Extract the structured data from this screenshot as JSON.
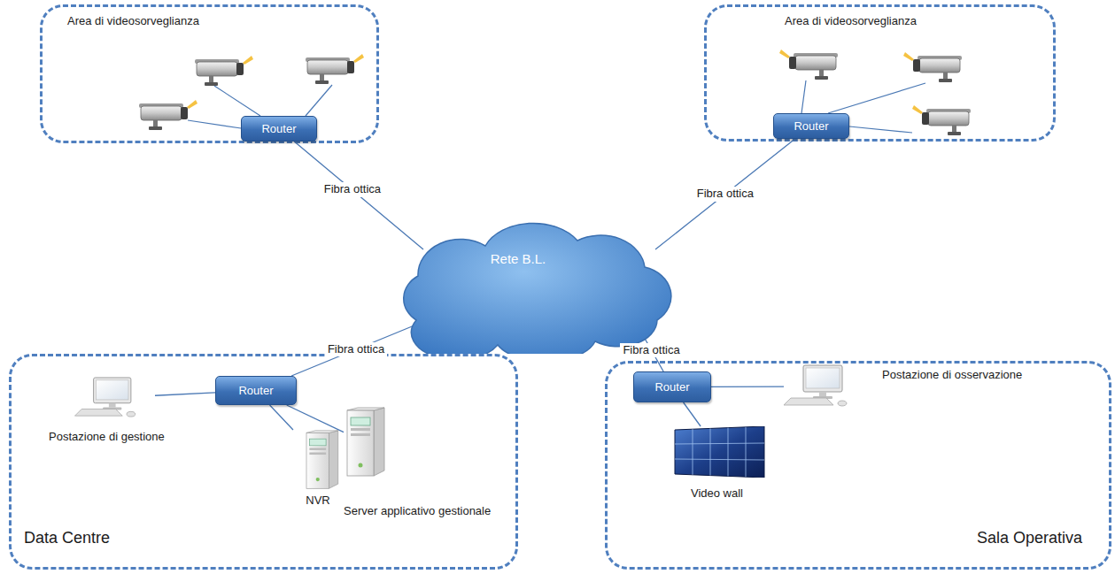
{
  "diagram": {
    "nodes": [
      {
        "text": [
          "Area di videosorveglianza"
        ]
      },
      {
        "text": [
          "Router"
        ],
        "in": 0
      },
      {
        "text": [
          "Area di videosorveglianza"
        ]
      },
      {
        "text": [
          "Router"
        ],
        "in": 2
      },
      {
        "text": [
          "Rete B.L."
        ]
      },
      {
        "text": [
          "Data Centre"
        ]
      },
      {
        "text": [
          "Router"
        ],
        "in": 5
      },
      {
        "text": [
          "Postazione di gestione"
        ],
        "in": 5
      },
      {
        "text": [
          "NVR"
        ],
        "in": 5
      },
      {
        "text": [
          "Server applicativo gestionale"
        ],
        "in": 5
      },
      {
        "text": [
          "Sala Operativa"
        ]
      },
      {
        "text": [
          "Router"
        ],
        "in": 10
      },
      {
        "text": [
          "Postazione di osservazione"
        ],
        "in": 10
      },
      {
        "text": [
          "Video wall"
        ],
        "in": 10
      }
    ],
    "edges": [
      {
        "from": 1,
        "to": 4,
        "label": "Fibra ottica",
        "arrow": "none"
      },
      {
        "from": 3,
        "to": 4,
        "label": "Fibra ottica",
        "arrow": "none"
      },
      {
        "from": 6,
        "to": 4,
        "label": "Fibra ottica",
        "arrow": "none"
      },
      {
        "from": 11,
        "to": 4,
        "label": "Fibra ottica",
        "arrow": "none"
      },
      {
        "from": 6,
        "to": 7,
        "arrow": "none"
      },
      {
        "from": 6,
        "to": 8,
        "arrow": "none"
      },
      {
        "from": 6,
        "to": 9,
        "arrow": "none"
      },
      {
        "from": 11,
        "to": 12,
        "arrow": "none"
      },
      {
        "from": 11,
        "to": 13,
        "arrow": "none"
      }
    ]
  }
}
